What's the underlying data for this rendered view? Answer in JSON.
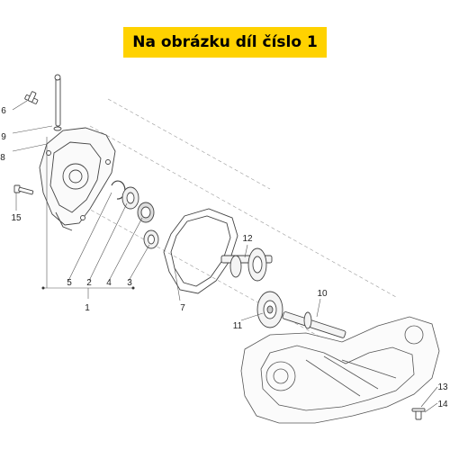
{
  "banner": {
    "text": "Na obrázku díl číslo 1"
  },
  "callouts": {
    "c1": "1",
    "c2": "2",
    "c3": "3",
    "c4": "4",
    "c5": "5",
    "c6": "6",
    "c7": "7",
    "c8": "8",
    "c9": "9",
    "c10": "10",
    "c11": "11",
    "c12": "12",
    "c13": "13",
    "c14": "14",
    "c15": "15"
  },
  "colors": {
    "banner": "#ffd200",
    "lines": "#555555"
  }
}
